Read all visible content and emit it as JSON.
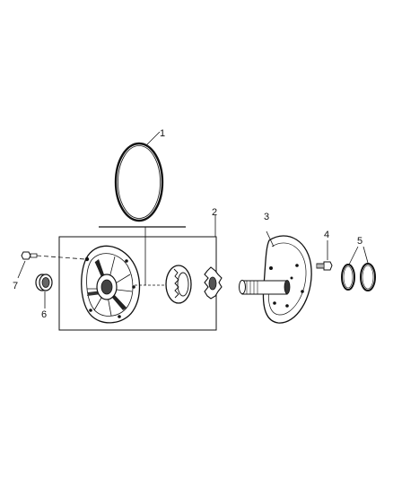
{
  "callouts": {
    "c1": "1",
    "c2": "2",
    "c3": "3",
    "c4": "4",
    "c5": "5",
    "c6": "6",
    "c7": "7"
  },
  "parts": [
    {
      "id": "1",
      "name": "o-ring-seal"
    },
    {
      "id": "2",
      "name": "oil-pump-assembly"
    },
    {
      "id": "3",
      "name": "reaction-shaft-support"
    },
    {
      "id": "4",
      "name": "bolt"
    },
    {
      "id": "5",
      "name": "sealing-rings"
    },
    {
      "id": "6",
      "name": "front-seal"
    },
    {
      "id": "7",
      "name": "pump-bolt"
    }
  ]
}
